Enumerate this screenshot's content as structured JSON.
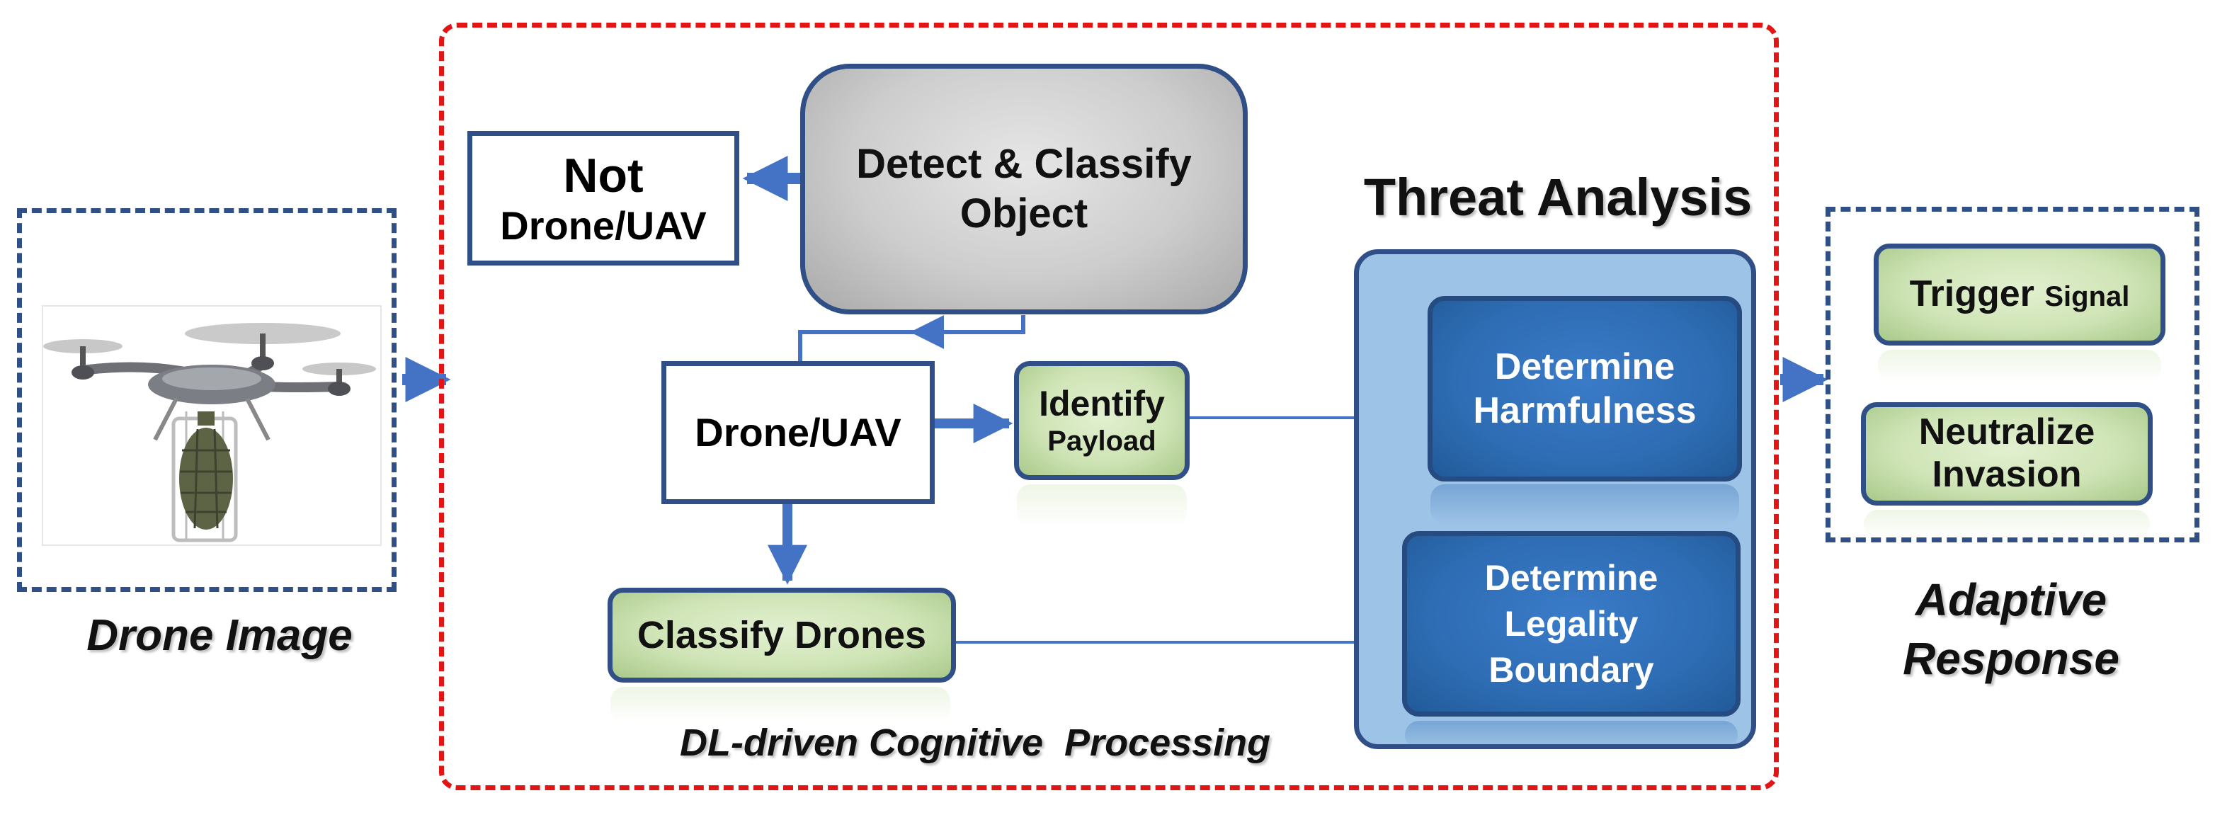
{
  "left": {
    "caption": "Drone Image"
  },
  "center": {
    "caption": "DL-driven Cognitive  Processing",
    "detect_box": "Detect & Classify Object",
    "not_box": {
      "line1": "Not",
      "line2": "Drone/UAV"
    },
    "drone_box": "Drone/UAV",
    "identify_box": {
      "line1": "Identify",
      "line2": "Payload"
    },
    "classify_box": "Classify Drones"
  },
  "threat": {
    "title": "Threat Analysis",
    "harm_box": "Determine Harmfulness",
    "legal_box": "Determine Legality Boundary"
  },
  "right": {
    "trigger_box": {
      "main": "Trigger",
      "small": "Signal"
    },
    "neutralize_box": "Neutralize Invasion",
    "caption": {
      "line1": "Adaptive",
      "line2": "Response"
    }
  },
  "colors": {
    "red_dash": "#e31414",
    "blue_dash": "#2f4f86",
    "arrow": "#4472c4",
    "panel": "#9dc3e6",
    "dark_box": "#2e6db4",
    "green_box": "#cfe4b6",
    "grey_box": "#cdcdcd"
  }
}
